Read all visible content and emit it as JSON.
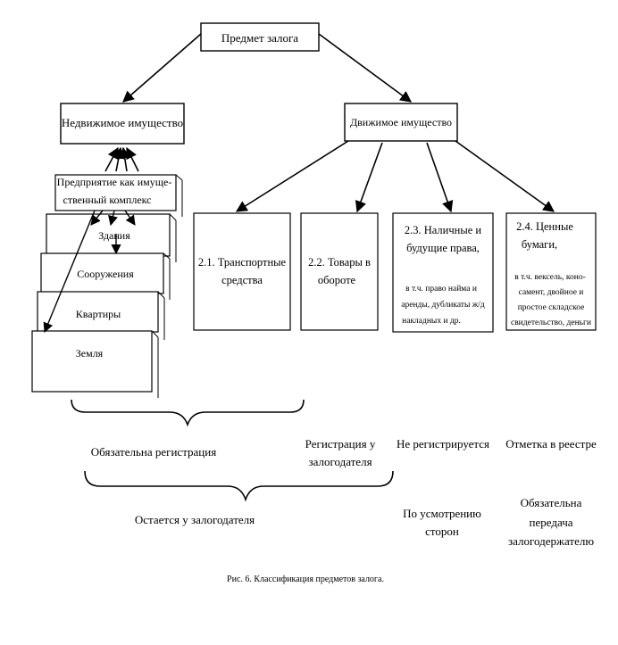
{
  "nodes": {
    "root": "Предмет залога",
    "immovable": "Недвижимое имущество",
    "movable": "Движимое имущество",
    "enterprise_l1": "Предприятие как имуще-",
    "enterprise_l2": "ственный комплекс",
    "buildings": "Здания",
    "structures": "Сооружения",
    "apartments": "Квартиры",
    "land": "Земля",
    "transport_l1": "2.1. Транспортные",
    "transport_l2": "средства",
    "goods_l1": "2.2. Товары в",
    "goods_l2": "обороте",
    "rights_l1": "2.3. Наличные и",
    "rights_l2": "будущие права,",
    "rights_s1": "в т.ч. право найма и",
    "rights_s2": "аренды, дубликаты ж/д",
    "rights_s3": "накладных и др.",
    "securities_l1": "2.4. Ценные",
    "securities_l2": "бумаги,",
    "securities_s1": "в т.ч. вексель, коно-",
    "securities_s2": "самент, двойное и",
    "securities_s3": "простое складское",
    "securities_s4": "свидетельство, деньги"
  },
  "notes": {
    "mandatory_registration": "Обязательна регистрация",
    "pledgor_registration_l1": "Регистрация у",
    "pledgor_registration_l2": "залогодателя",
    "not_registered": "Не регистрируется",
    "registry_mark": "Отметка в реестре",
    "stays_with_pledgor": "Остается у залогодателя",
    "by_agreement_l1": "По усмотрению",
    "by_agreement_l2": "сторон",
    "mandatory_transfer_l1": "Обязательна",
    "mandatory_transfer_l2": "передача",
    "mandatory_transfer_l3": "залогодержателю"
  },
  "caption": "Рис. 6. Классификация предметов залога."
}
